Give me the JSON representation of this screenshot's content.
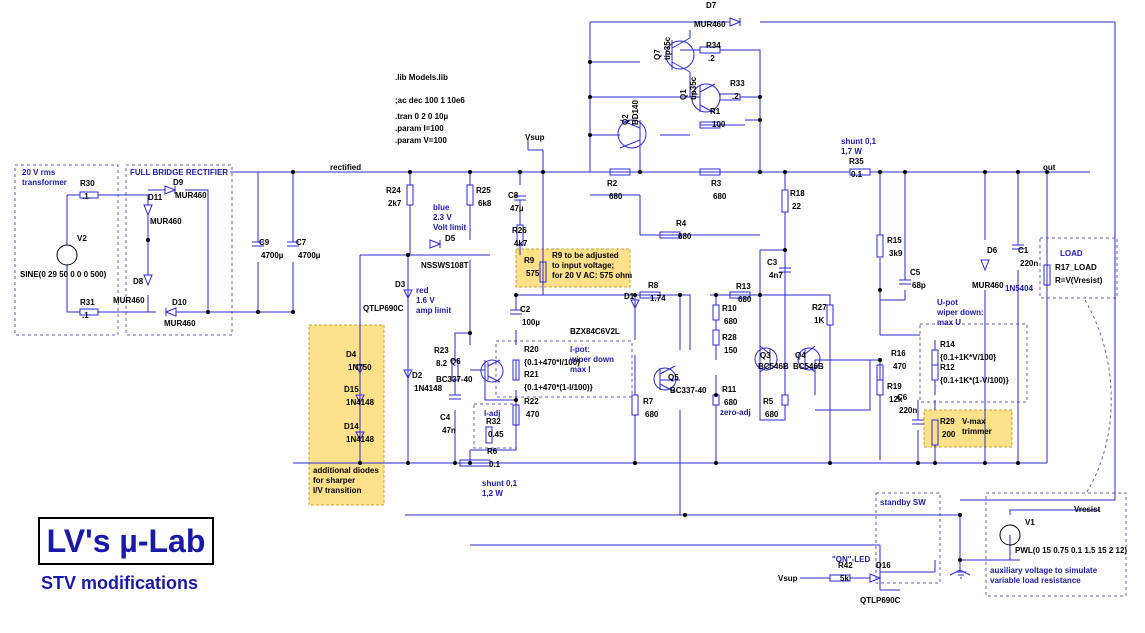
{
  "brand": {
    "title": "LV's µ-Lab",
    "subtitle": "STV modifications"
  },
  "directives": [
    ".lib Models.lib",
    ";ac dec 100 1 10e6",
    ".tran 0 2 0 10µ",
    ".param I=100",
    ".param V=100"
  ],
  "nets": {
    "rectified": "rectified",
    "out": "out",
    "vsup": "Vsup",
    "vsup2": "Vsup",
    "vresist": "Vresist"
  },
  "boxes": {
    "transformer": "20 V rms\ntransformer",
    "rectifier": "FULL BRIDGE RECTIFIER",
    "load": "LOAD",
    "standby": "standby SW",
    "aux": "auxiliary voltage to simulate\nvariable load resistance",
    "ipot": "I-pot:\nwiper down\nmax I",
    "upot": "U-pot\nwiper down:\nmax U",
    "iadj": "I-adj"
  },
  "notes": {
    "r9": "R9 to be adjusted\nto input voltage;\nfor 20 V AC: 575 ohm",
    "diodes": "additional diodes\nfor sharper\nI/V transition",
    "vmax": "V-max\ntrimmer"
  },
  "annotations": {
    "blue_led": "blue\n2.3 V\nVolt limit",
    "red_led": "red\n1.6 V\namp limit",
    "shunt1": "shunt 0,1\n1,7 W",
    "shunt2": "shunt 0,1\n1,2 W",
    "zero": "zero-adj",
    "on_led": "\"ON\"-LED"
  },
  "components": [
    {
      "id": "V2",
      "ref": "V2",
      "val": "SINE(0 29 50 0 0 0 500)"
    },
    {
      "id": "R30",
      "ref": "R30",
      "val": ".1"
    },
    {
      "id": "R31",
      "ref": "R31",
      "val": ".1"
    },
    {
      "id": "D9",
      "ref": "D9",
      "val": "MUR460"
    },
    {
      "id": "D11",
      "ref": "D11",
      "val": "MUR460"
    },
    {
      "id": "D8",
      "ref": "D8",
      "val": "MUR460"
    },
    {
      "id": "D10",
      "ref": "D10",
      "val": "MUR460"
    },
    {
      "id": "C9",
      "ref": "C9",
      "val": "4700µ"
    },
    {
      "id": "C7",
      "ref": "C7",
      "val": "4700µ"
    },
    {
      "id": "R24",
      "ref": "R24",
      "val": "2k7"
    },
    {
      "id": "R25",
      "ref": "R25",
      "val": "6k8"
    },
    {
      "id": "C8",
      "ref": "C8",
      "val": "47µ"
    },
    {
      "id": "R26",
      "ref": "R26",
      "val": "4k7"
    },
    {
      "id": "D5",
      "ref": "D5",
      "val": "NSSWS108T"
    },
    {
      "id": "D3",
      "ref": "D3",
      "val": "QTLP690C"
    },
    {
      "id": "R9",
      "ref": "R9",
      "val": "575"
    },
    {
      "id": "C2",
      "ref": "C2",
      "val": "100µ"
    },
    {
      "id": "D1",
      "ref": "D1",
      "val": "BZX84C6V2L"
    },
    {
      "id": "R8",
      "ref": "R8",
      "val": "1.74"
    },
    {
      "id": "R13",
      "ref": "R13",
      "val": "680"
    },
    {
      "id": "D4",
      "ref": "D4",
      "val": "1N750"
    },
    {
      "id": "D15",
      "ref": "D15",
      "val": "1N4148"
    },
    {
      "id": "D14",
      "ref": "D14",
      "val": "1N4148"
    },
    {
      "id": "D2",
      "ref": "D2",
      "val": "1N4148"
    },
    {
      "id": "R23",
      "ref": "R23",
      "val": "8.2"
    },
    {
      "id": "Q6",
      "ref": "Q6",
      "val": "BC337-40"
    },
    {
      "id": "C4",
      "ref": "C4",
      "val": "47n"
    },
    {
      "id": "R20",
      "ref": "R20",
      "val": "{0.1+470*I/100}"
    },
    {
      "id": "R21",
      "ref": "R21",
      "val": "{0.1+470*(1-I/100)}"
    },
    {
      "id": "R22",
      "ref": "R22",
      "val": "470"
    },
    {
      "id": "R32",
      "ref": "R32",
      "val": "0.45"
    },
    {
      "id": "R6",
      "ref": "R6",
      "val": "0.1"
    },
    {
      "id": "Q5",
      "ref": "Q5",
      "val": "BC337-40"
    },
    {
      "id": "R7",
      "ref": "R7",
      "val": "680"
    },
    {
      "id": "R10",
      "ref": "R10",
      "val": "680"
    },
    {
      "id": "R28",
      "ref": "R28",
      "val": "150"
    },
    {
      "id": "R11",
      "ref": "R11",
      "val": "680"
    },
    {
      "id": "R2",
      "ref": "R2",
      "val": "680"
    },
    {
      "id": "R3",
      "ref": "R3",
      "val": "680"
    },
    {
      "id": "R4",
      "ref": "R4",
      "val": "680"
    },
    {
      "id": "R18",
      "ref": "R18",
      "val": "22"
    },
    {
      "id": "C3",
      "ref": "C3",
      "val": "4n7"
    },
    {
      "id": "Q3",
      "ref": "Q3",
      "val": "BC546B"
    },
    {
      "id": "Q4",
      "ref": "Q4",
      "val": "BC546B"
    },
    {
      "id": "R5",
      "ref": "R5",
      "val": "680"
    },
    {
      "id": "R27",
      "ref": "R27",
      "val": "1K"
    },
    {
      "id": "D7",
      "ref": "D7",
      "val": "MUR460"
    },
    {
      "id": "Q7",
      "ref": "Q7",
      "val": "tip35c"
    },
    {
      "id": "Q1",
      "ref": "Q1",
      "val": "tip35c"
    },
    {
      "id": "Q2",
      "ref": "Q2",
      "val": "BD140"
    },
    {
      "id": "R34",
      "ref": "R34",
      "val": ".2"
    },
    {
      "id": "R33",
      "ref": "R33",
      "val": ".2"
    },
    {
      "id": "R1",
      "ref": "R1",
      "val": "100"
    },
    {
      "id": "R35",
      "ref": "R35",
      "val": "0.1"
    },
    {
      "id": "R15",
      "ref": "R15",
      "val": "3k9"
    },
    {
      "id": "C5",
      "ref": "C5",
      "val": "68p"
    },
    {
      "id": "D6",
      "ref": "D6",
      "val": "MUR460",
      "alt": "1N5404"
    },
    {
      "id": "C1",
      "ref": "C1",
      "val": "220n"
    },
    {
      "id": "R17",
      "ref": "R17_LOAD",
      "val": "R=V(Vresist)"
    },
    {
      "id": "R14",
      "ref": "R14",
      "val": "{0.1+1K*V/100}"
    },
    {
      "id": "R12",
      "ref": "R12",
      "val": "{0.1+1K*(1-V/100)}"
    },
    {
      "id": "R16",
      "ref": "R16",
      "val": "470"
    },
    {
      "id": "R19",
      "ref": "R19",
      "val": "12k"
    },
    {
      "id": "C6",
      "ref": "C6",
      "val": "220n"
    },
    {
      "id": "R29",
      "ref": "R29",
      "val": "200"
    },
    {
      "id": "R42",
      "ref": "R42",
      "val": "5k"
    },
    {
      "id": "D16",
      "ref": "D16",
      "val": "QTLP690C"
    },
    {
      "id": "V1",
      "ref": "V1",
      "val": "PWL(0 15 0.75 0.1 1.5 15 2 12)"
    }
  ]
}
